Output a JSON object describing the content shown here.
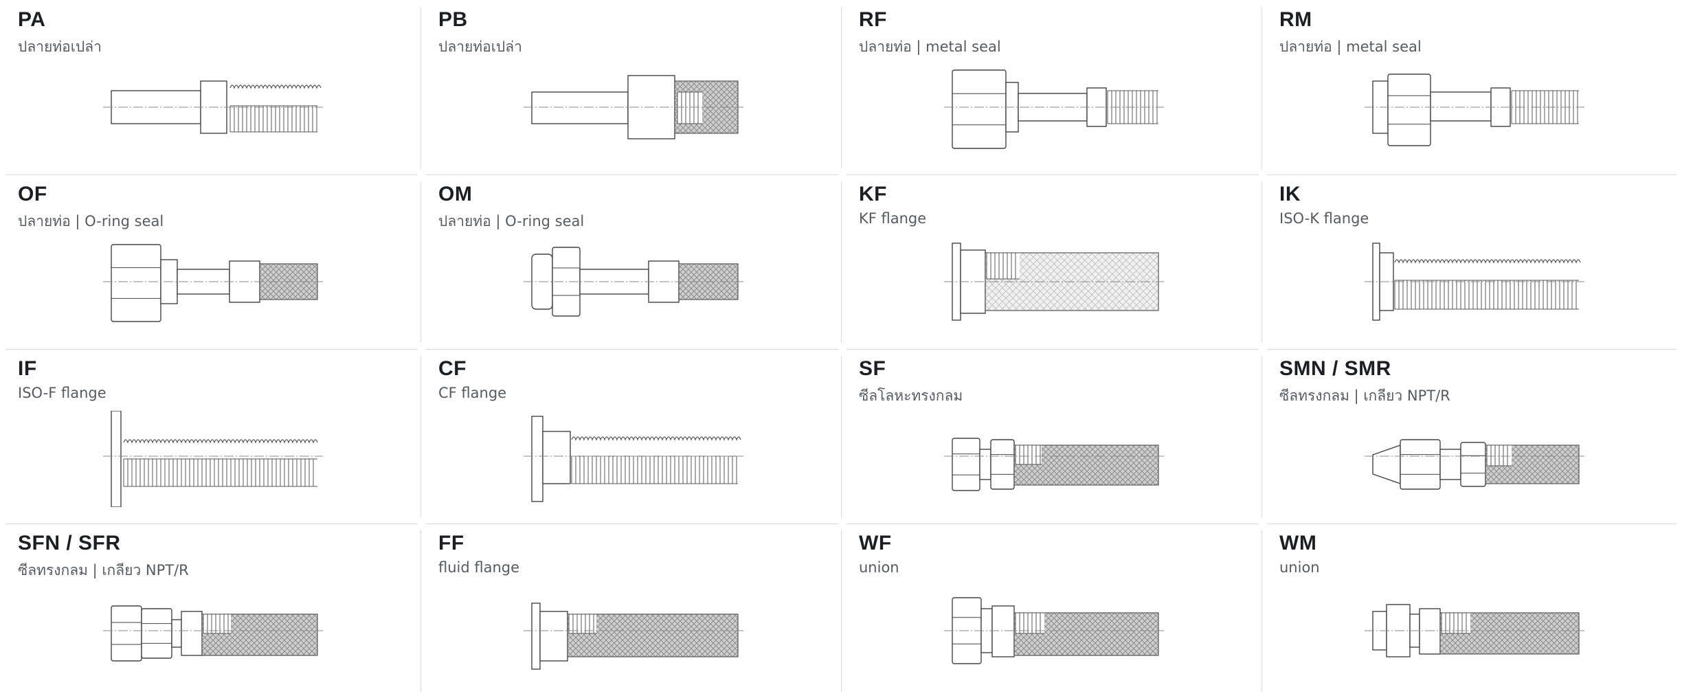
{
  "items": [
    {
      "code": "PA",
      "desc": "ปลายท่อเปล่า",
      "icon": "pa-plain-tube-hose-icon",
      "shape": "pa"
    },
    {
      "code": "PB",
      "desc": "ปลายท่อเปล่า",
      "icon": "pb-plain-tube-braided-hose-icon",
      "shape": "pb"
    },
    {
      "code": "RF",
      "desc": "ปลายท่อ | metal seal",
      "icon": "rf-female-metal-seal-hose-icon",
      "shape": "rf"
    },
    {
      "code": "RM",
      "desc": "ปลายท่อ | metal seal",
      "icon": "rm-male-metal-seal-hose-icon",
      "shape": "rm"
    },
    {
      "code": "OF",
      "desc": "ปลายท่อ | O-ring seal",
      "icon": "of-female-oring-seal-hose-icon",
      "shape": "of"
    },
    {
      "code": "OM",
      "desc": "ปลายท่อ | O-ring seal",
      "icon": "om-male-oring-seal-hose-icon",
      "shape": "om"
    },
    {
      "code": "KF",
      "desc": "KF flange",
      "icon": "kf-flange-braided-hose-icon",
      "shape": "kf"
    },
    {
      "code": "IK",
      "desc": "ISO-K flange",
      "icon": "ik-flange-corrugated-hose-icon",
      "shape": "ik"
    },
    {
      "code": "IF",
      "desc": "ISO-F flange",
      "icon": "if-flange-corrugated-hose-icon",
      "shape": "if"
    },
    {
      "code": "CF",
      "desc": "CF flange",
      "icon": "cf-flange-corrugated-hose-icon",
      "shape": "cf"
    },
    {
      "code": "SF",
      "desc": "ซีลโลหะทรงกลม",
      "icon": "sf-spherical-metal-seal-hose-icon",
      "shape": "sf"
    },
    {
      "code": "SMN / SMR",
      "desc": "ซีลทรงกลม | เกลียว NPT/R",
      "icon": "smn-smr-male-thread-hose-icon",
      "shape": "smn"
    },
    {
      "code": "SFN / SFR",
      "desc": "ซีลทรงกลม | เกลียว NPT/R",
      "icon": "sfn-sfr-female-thread-hose-icon",
      "shape": "sfn"
    },
    {
      "code": "FF",
      "desc": "fluid flange",
      "icon": "ff-fluid-flange-hose-icon",
      "shape": "ff"
    },
    {
      "code": "WF",
      "desc": "union",
      "icon": "wf-female-union-hose-icon",
      "shape": "wf"
    },
    {
      "code": "WM",
      "desc": "union",
      "icon": "wm-male-union-hose-icon",
      "shape": "wm"
    }
  ]
}
